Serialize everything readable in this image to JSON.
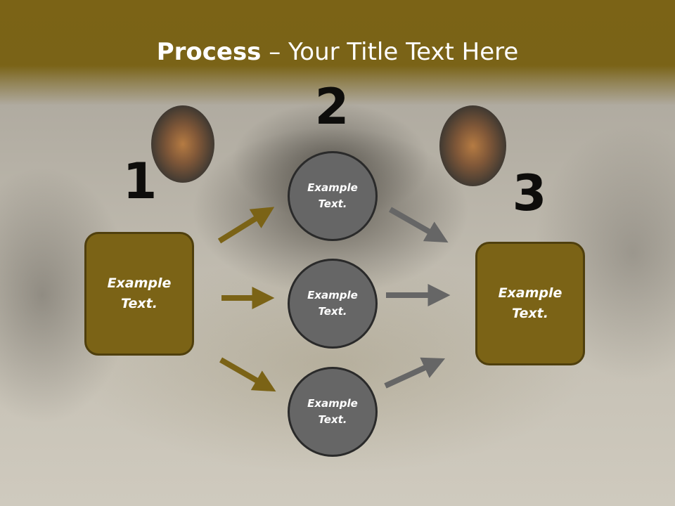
{
  "header": {
    "title_bold": "Process",
    "title_rest": " – Your Title Text Here"
  },
  "numbers": {
    "one": "1",
    "two": "2",
    "three": "3"
  },
  "boxes": {
    "left": {
      "line1": "Example",
      "line2": "Text."
    },
    "right": {
      "line1": "Example",
      "line2": "Text."
    }
  },
  "circles": [
    {
      "line1": "Example",
      "line2": "Text."
    },
    {
      "line1": "Example",
      "line2": "Text."
    },
    {
      "line1": "Example",
      "line2": "Text."
    }
  ],
  "colors": {
    "accent_gold": "#7b6316",
    "circle_gray": "#666666",
    "arrow_gold": "#7b6316",
    "arrow_gray": "#666666"
  }
}
